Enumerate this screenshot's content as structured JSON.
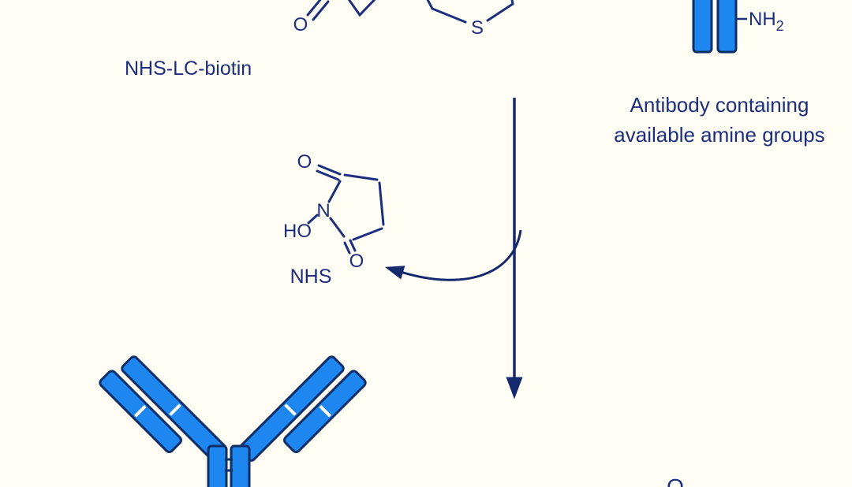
{
  "colors": {
    "background": "#fffdf4",
    "ink": "#1b2f7d",
    "arrow": "#15296d",
    "antibody_fill": "#1e86ef",
    "antibody_outline": "#0d2e66"
  },
  "reagent": {
    "name_label": "NHS-LC-biotin",
    "atoms": {
      "o": "O",
      "s": "S"
    }
  },
  "antibody": {
    "caption_line1": "Antibody containing",
    "caption_line2": "available amine groups",
    "amine_label": "NH",
    "amine_subscript": "2"
  },
  "leaving_group": {
    "name_label": "NHS",
    "atoms": {
      "o": "O",
      "n": "N",
      "ho": "HO"
    }
  },
  "product": {
    "partial_atom": "O"
  }
}
